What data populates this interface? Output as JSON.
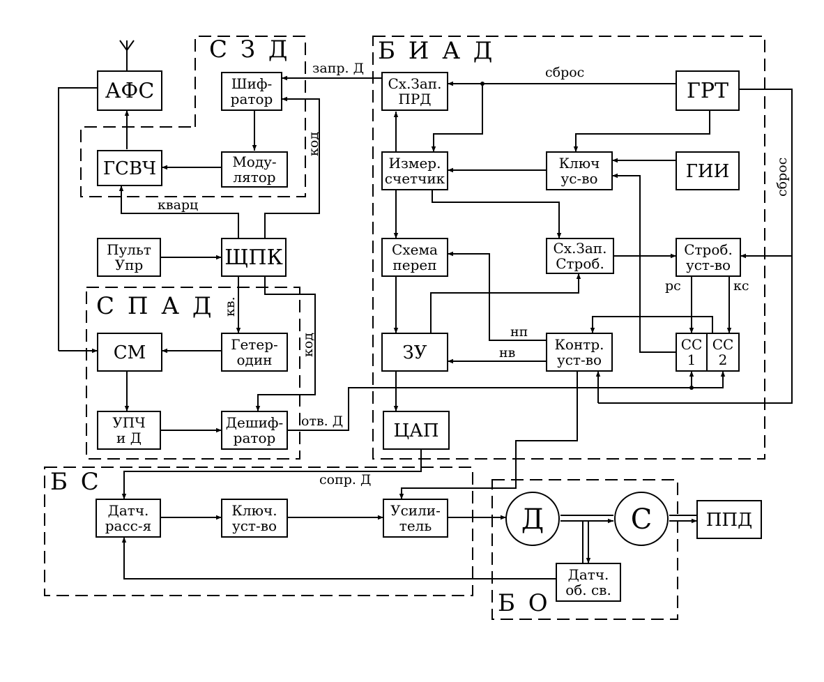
{
  "groups": {
    "szd": "С З Д",
    "biad": "Б И А Д",
    "spad": "С П А Д",
    "bs": "Б С",
    "bo": "Б О"
  },
  "blocks": {
    "afs": [
      "АФС"
    ],
    "shifrator": [
      "Шиф-",
      "ратор"
    ],
    "modulator": [
      "Моду-",
      "лятор"
    ],
    "gsvch": [
      "ГСВЧ"
    ],
    "pult": [
      "Пульт",
      "Упр"
    ],
    "schpk": [
      "ЩПК"
    ],
    "sm": [
      "СМ"
    ],
    "geterodin": [
      "Гетер-",
      "один"
    ],
    "upch": [
      "УПЧ",
      "и Д"
    ],
    "deshifrator": [
      "Дешиф-",
      "ратор"
    ],
    "szprd": [
      "Сх.Зап.",
      "ПРД"
    ],
    "grt": [
      "ГРТ"
    ],
    "izmer": [
      "Измер.",
      "счетчик"
    ],
    "kluch_biad": [
      "Ключ",
      "ус-во"
    ],
    "gii": [
      "ГИИ"
    ],
    "skhema_perep": [
      "Схема",
      "переп"
    ],
    "szstrob": [
      "Сх.Зап.",
      "Строб."
    ],
    "strob": [
      "Строб.",
      "уст-во"
    ],
    "zu": [
      "ЗУ"
    ],
    "kontr": [
      "Контр.",
      "уст-во"
    ],
    "cc1": [
      "СС",
      "1"
    ],
    "cc2": [
      "СС",
      "2"
    ],
    "cap": [
      "ЦАП"
    ],
    "datch_rass": [
      "Датч.",
      "расс-я"
    ],
    "kluch_bs": [
      "Ключ.",
      "уст-во"
    ],
    "usilitel": [
      "Усили-",
      "тель"
    ],
    "datch_obsv": [
      "Датч.",
      "об. св."
    ],
    "ppd": [
      "ППД"
    ]
  },
  "units": {
    "d": "Д",
    "c": "С"
  },
  "signals": {
    "zapr_d": "запр. Д",
    "sbros_top": "сброс",
    "sbros_side": "сброс",
    "kod_top": "код",
    "kvarts": "кварц",
    "kv": "кв.",
    "kod_bottom": "код",
    "otv_d": "отв. Д",
    "sopr_d": "сопр. Д",
    "np": "нп",
    "nv": "нв",
    "rs": "рс",
    "ks": "кс"
  }
}
